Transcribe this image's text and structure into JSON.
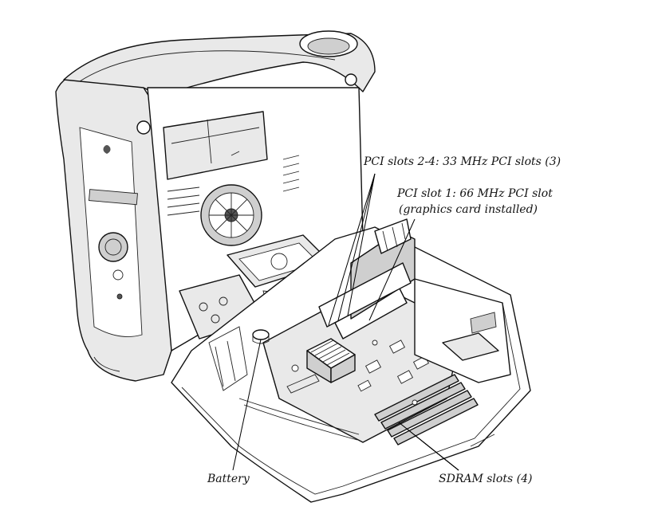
{
  "figure": {
    "callouts": {
      "pci_slots_2_4": "PCI slots 2-4: 33 MHz PCI slots (3)",
      "pci_slot_1_line1": "PCI slot 1: 66 MHz PCI slot",
      "pci_slot_1_line2": "(graphics card installed)",
      "battery": "Battery",
      "sdram_slots": "SDRAM slots (4)"
    }
  }
}
